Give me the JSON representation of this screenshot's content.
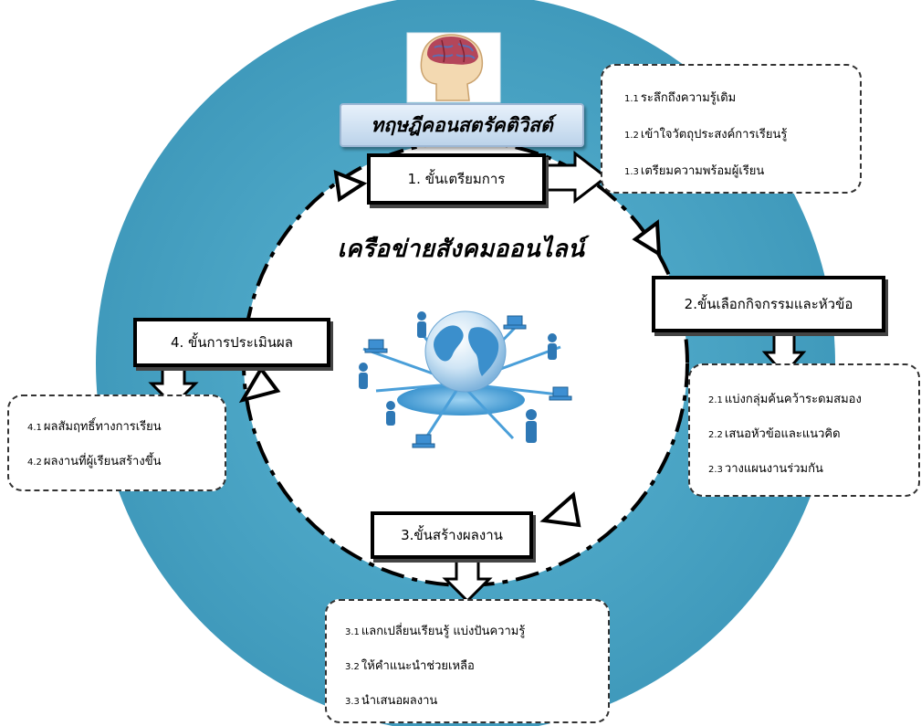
{
  "theory_title": "ทฤษฎีคอนสตรัคติวิสต์",
  "center_title": "เครือข่ายสังคมออนไลน์",
  "steps": [
    {
      "label": "1. ขั้นเตรียมการ",
      "notes": [
        {
          "num": "1.1",
          "text": "ระลึกถึงความรู้เดิม"
        },
        {
          "num": "1.2",
          "text": "เข้าใจวัตถุประสงค์การเรียนรู้"
        },
        {
          "num": "1.3",
          "text": "เตรียมความพร้อมผู้เรียน"
        }
      ]
    },
    {
      "label": "2.ขั้นเลือกกิจกรรมและหัวข้อ",
      "notes": [
        {
          "num": "2.1",
          "text": "แบ่งกลุ่มค้นคว้าระดมสมอง"
        },
        {
          "num": "2.2",
          "text": "เสนอหัวข้อและแนวคิด"
        },
        {
          "num": "2.3",
          "text": "วางแผนงานร่วมกัน"
        }
      ]
    },
    {
      "label": "3.ขั้นสร้างผลงาน",
      "notes": [
        {
          "num": "3.1",
          "text": "แลกเปลี่ยนเรียนรู้ แบ่งปันความรู้"
        },
        {
          "num": "3.2",
          "text": "ให้คำแนะนำช่วยเหลือ"
        },
        {
          "num": "3.3",
          "text": "นำเสนอผลงาน"
        }
      ]
    },
    {
      "label": "4. ขั้นการประเมินผล",
      "notes": [
        {
          "num": "4.1",
          "text": "ผลสัมฤทธิ์ทางการเรียน"
        },
        {
          "num": "4.2",
          "text": "ผลงานที่ผู้เรียนสร้างขึ้น"
        }
      ]
    }
  ],
  "colors": {
    "ring": "#4aa3c3",
    "ring_dark": "#2f86a6",
    "inner_circle": "#ffffff",
    "globe": "#3a8fc9",
    "figure": "#2e78b5"
  },
  "icons": [
    "brain-head-icon",
    "network-globe-icon"
  ]
}
